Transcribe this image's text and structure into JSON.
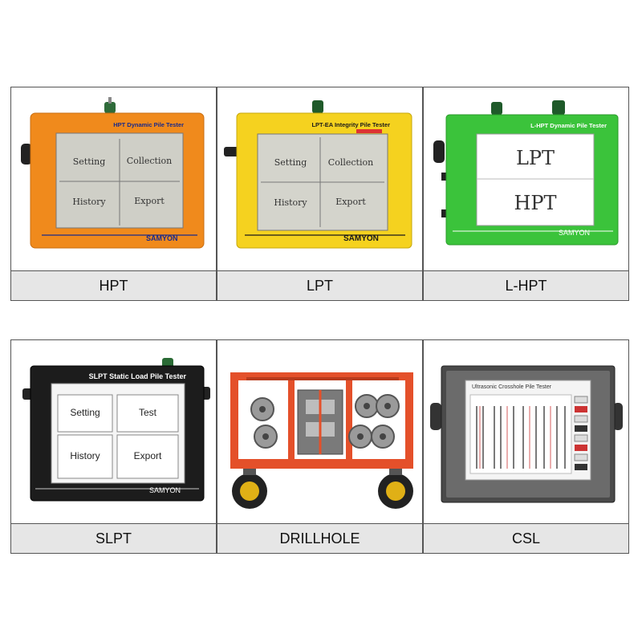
{
  "products": [
    {
      "caption": "HPT",
      "device_title": "HPT Dynamic Pile Tester",
      "brand": "SAMYON",
      "screen_buttons": [
        "Setting",
        "Collection",
        "History",
        "Export"
      ],
      "body_color": "#f08a1c"
    },
    {
      "caption": "LPT",
      "device_title": "LPT-EA Integrity Pile Tester",
      "brand": "SAMYON",
      "screen_buttons": [
        "Setting",
        "Collection",
        "History",
        "Export"
      ],
      "body_color": "#f5d21f"
    },
    {
      "caption": "L-HPT",
      "device_title": "L-HPT Dynamic Pile Tester",
      "brand": "SAMYON",
      "screen_buttons": [
        "LPT",
        "HPT"
      ],
      "body_color": "#3bc33b"
    },
    {
      "caption": "SLPT",
      "device_title": "SLPT Static Load Pile Tester",
      "brand": "SAMYON",
      "screen_buttons": [
        "Setting",
        "Test",
        "History",
        "Export"
      ],
      "body_color": "#1c1c1c"
    },
    {
      "caption": "DRILLHOLE",
      "body_color": "#e4502a"
    },
    {
      "caption": "CSL",
      "device_title": "Ultrasonic Crosshole Pile Tester",
      "body_color": "#4a4a4a"
    }
  ]
}
